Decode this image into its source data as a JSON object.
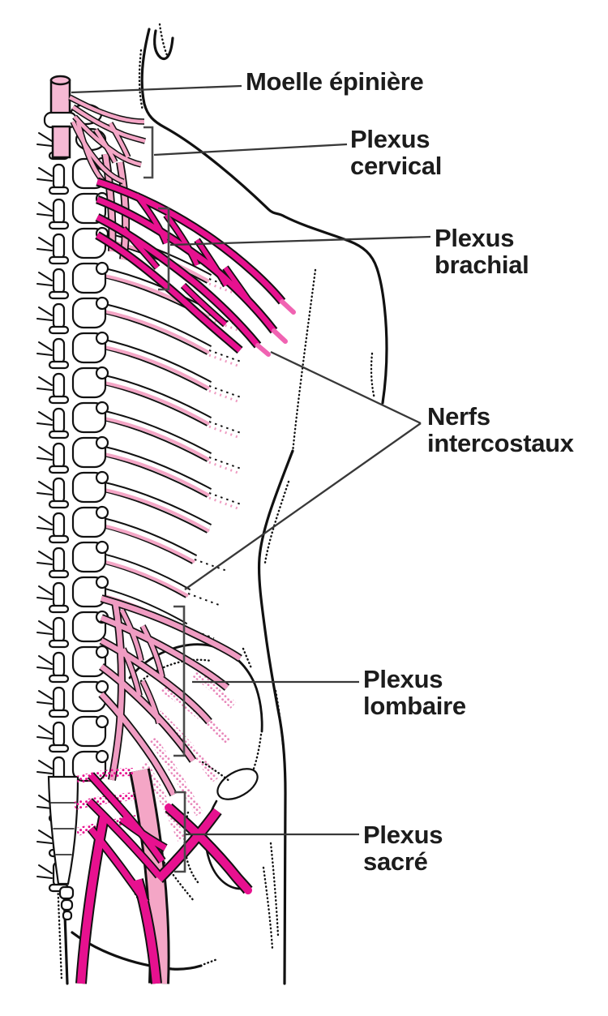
{
  "labels": {
    "moelle": {
      "text": "Moelle épinière"
    },
    "cervical": {
      "l1": "Plexus",
      "l2": "cervical"
    },
    "brachial": {
      "l1": "Plexus",
      "l2": "brachial"
    },
    "intercostaux": {
      "l1": "Nerfs",
      "l2": "intercostaux"
    },
    "lombaire": {
      "l1": "Plexus",
      "l2": "lombaire"
    },
    "sacre": {
      "l1": "Plexus",
      "l2": "sacré"
    }
  },
  "colors": {
    "magenta": "#E7118F",
    "magenta_light": "#F063B2",
    "pink_light": "#F4A6C6",
    "pink_medium": "#EF9CC2",
    "pink_cord": "#F6B9D4",
    "pink_stipple": "#E887BA",
    "ink": "#111111",
    "leader": "#383838",
    "bracket": "#4a4a4a",
    "ink_text": "#1c1c1c"
  }
}
